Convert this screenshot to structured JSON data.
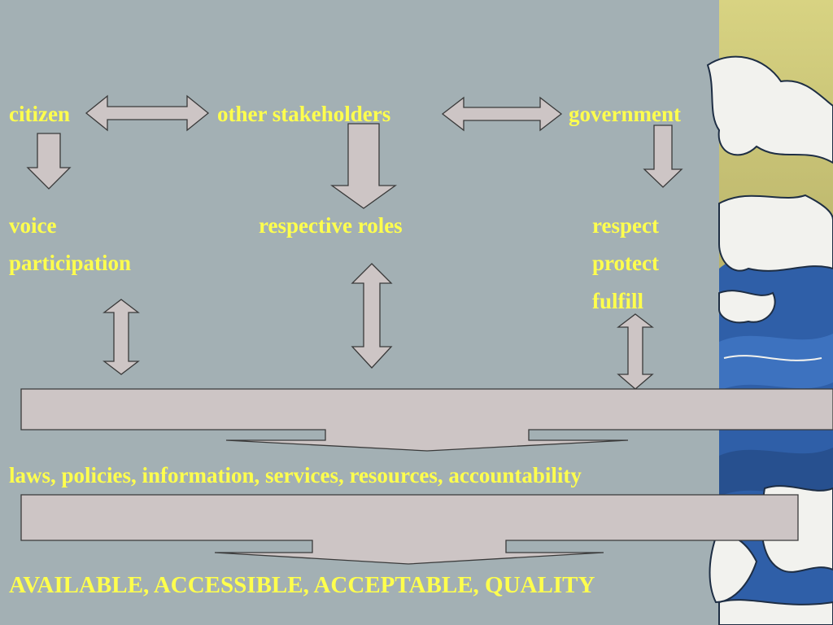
{
  "top_row": {
    "citizen": "citizen",
    "stakeholders": "other stakeholders",
    "government": "government"
  },
  "middle": {
    "citizen_roles": [
      "voice",
      "participation"
    ],
    "stakeholder_roles": [
      "respective roles"
    ],
    "government_roles": [
      "respect",
      "protect",
      "fulfill"
    ]
  },
  "outputs_line": "laws, policies, information, services, resources, accountability",
  "outcome_line": "AVAILABLE, ACCESSIBLE, ACCEPTABLE, QUALITY",
  "colors": {
    "background": "#a3b0b4",
    "text": "#ffff4d",
    "shape_fill": "#cdc5c5",
    "wave_blue": "#2f5fa8",
    "sand": "#d4cf7e"
  },
  "decoration": "great-wave-image"
}
